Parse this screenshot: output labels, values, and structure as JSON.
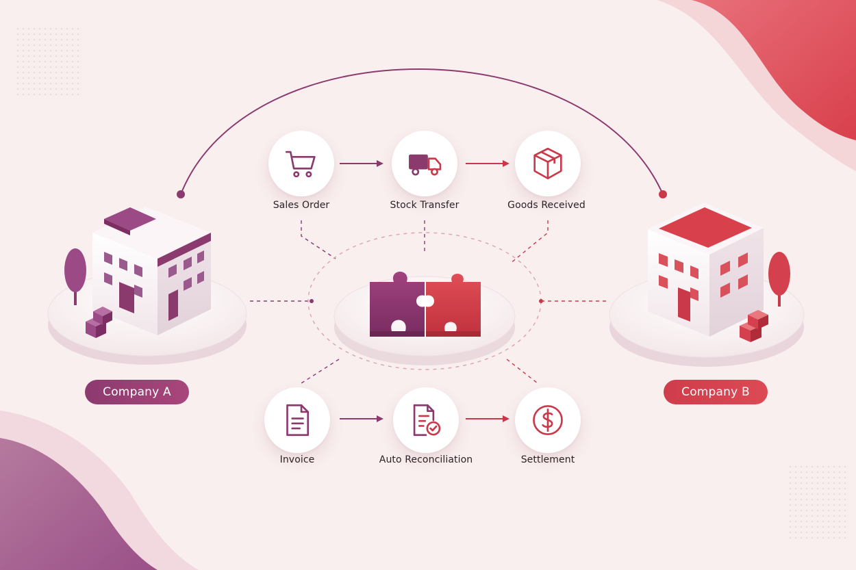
{
  "steps_top": [
    {
      "label": "Sales Order",
      "icon": "shopping-cart-icon"
    },
    {
      "label": "Stock Transfer",
      "icon": "delivery-truck-icon"
    },
    {
      "label": "Goods Received",
      "icon": "package-box-icon"
    }
  ],
  "steps_bottom": [
    {
      "label": "Invoice",
      "icon": "document-icon"
    },
    {
      "label": "Auto Reconciliation",
      "icon": "document-check-icon"
    },
    {
      "label": "Settlement",
      "icon": "dollar-coin-icon"
    }
  ],
  "companies": {
    "a": {
      "label": "Company A",
      "color": "#96407a"
    },
    "b": {
      "label": "Company B",
      "color": "#d4404d"
    }
  },
  "center": {
    "icon": "puzzle-pieces-icon"
  },
  "colors": {
    "purple": "#8b3a6e",
    "red": "#c9394a",
    "background": "#f9efef"
  }
}
